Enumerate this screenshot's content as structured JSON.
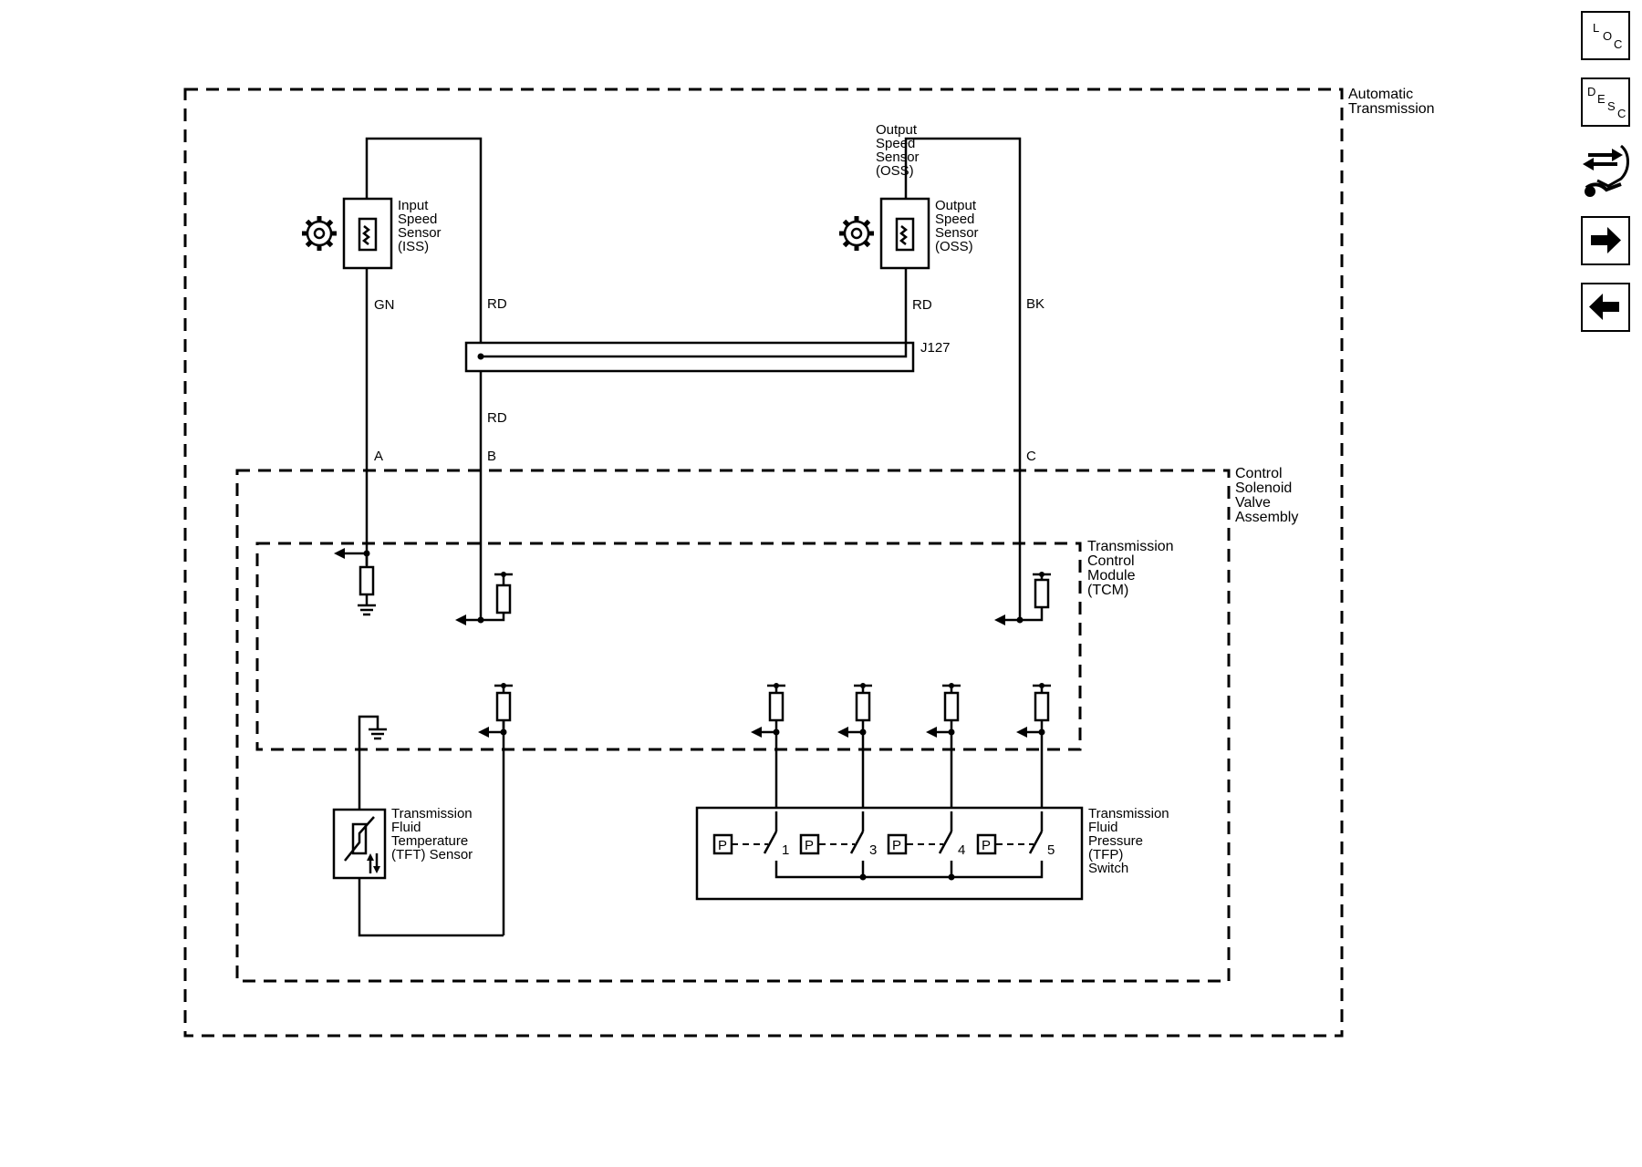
{
  "enclosures": {
    "automatic_transmission": "Automatic\nTransmission",
    "control_solenoid_valve_assembly": "Control\nSolenoid\nValve\nAssembly",
    "tcm": "Transmission\nControl\nModule\n(TCM)"
  },
  "components": {
    "iss": "Input\nSpeed\nSensor\n(ISS)",
    "oss": "Output\nSpeed\nSensor\n(OSS)",
    "oss_top": "Output\nSpeed\nSensor\n(OSS)",
    "tft": "Transmission\nFluid\nTemperature\n(TFT) Sensor",
    "tfp": "Transmission\nFluid\nPressure\n(TFP)\nSwitch",
    "splice": "J127",
    "pressure_symbol": "P"
  },
  "wires": {
    "iss_signal": "GN",
    "iss_supply": "RD",
    "oss_supply": "RD",
    "splice_out": "RD",
    "oss_signal": "BK"
  },
  "pins": [
    "A",
    "B",
    "C"
  ],
  "switch_positions": [
    "1",
    "3",
    "4",
    "5"
  ],
  "toolbar": {
    "loc": [
      "L",
      "O",
      "C"
    ],
    "desc": [
      "D",
      "E",
      "S",
      "C"
    ],
    "connector_icon": "connector-view-icon",
    "next_icon": "arrow-right-icon",
    "prev_icon": "arrow-left-icon"
  }
}
